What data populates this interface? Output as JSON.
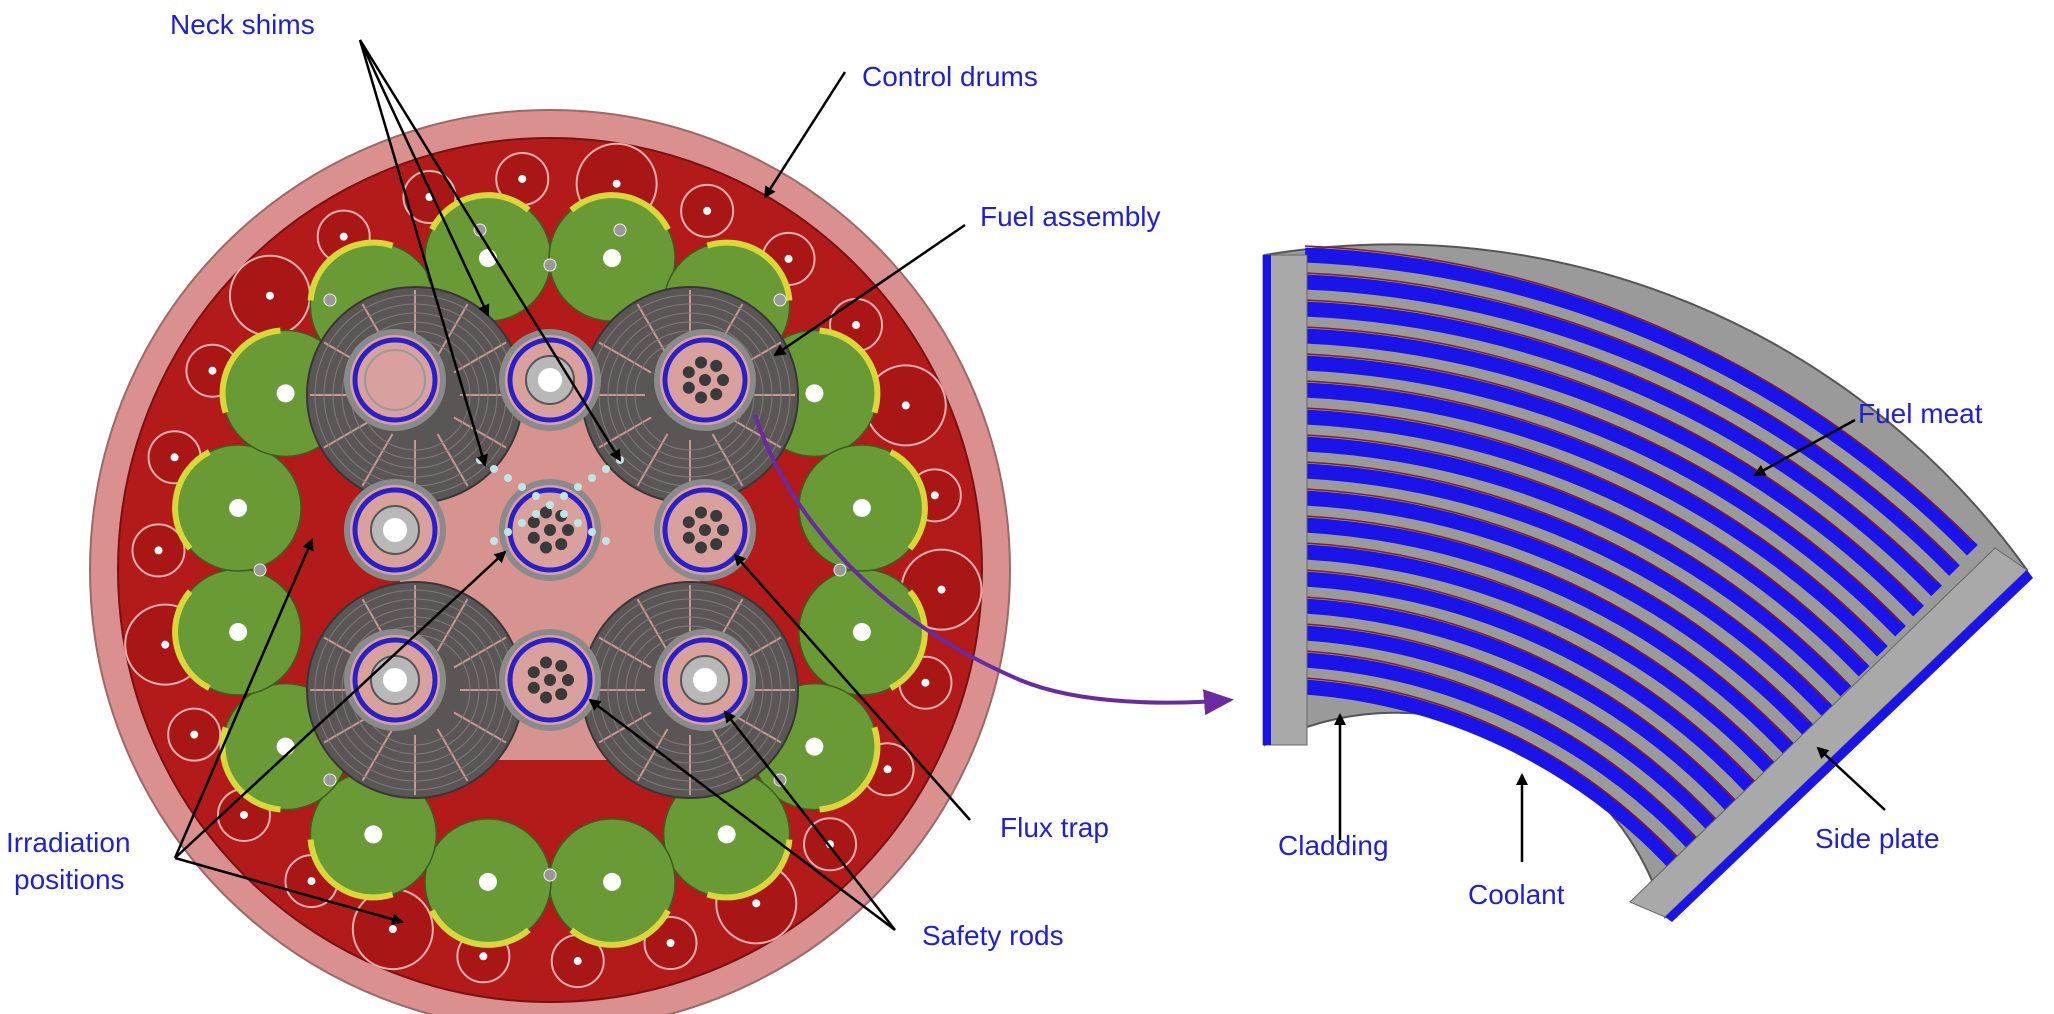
{
  "labels": {
    "neck_shims": "Neck shims",
    "control_drums": "Control drums",
    "fuel_assembly": "Fuel assembly",
    "fuel_meat": "Fuel meat",
    "irradiation_positions_line1": "Irradiation",
    "irradiation_positions_line2": "positions",
    "flux_trap": "Flux trap",
    "safety_rods": "Safety rods",
    "cladding": "Cladding",
    "coolant": "Coolant",
    "side_plate": "Side plate"
  },
  "colors": {
    "label_text": "#1f1fd6",
    "reflector_ring": "#d9908e",
    "core_red": "#b31b1b",
    "control_drum_green": "#6a9a35",
    "drum_absorber_yellow": "#d8d83a",
    "fuel_assembly_gray": "#5b5656",
    "fuel_meat_blue": "#1a14e8",
    "side_plate_gray": "#a9a9a9",
    "pointer_arrow": "#000000",
    "zoom_arrow_purple": "#6a2aa0"
  }
}
